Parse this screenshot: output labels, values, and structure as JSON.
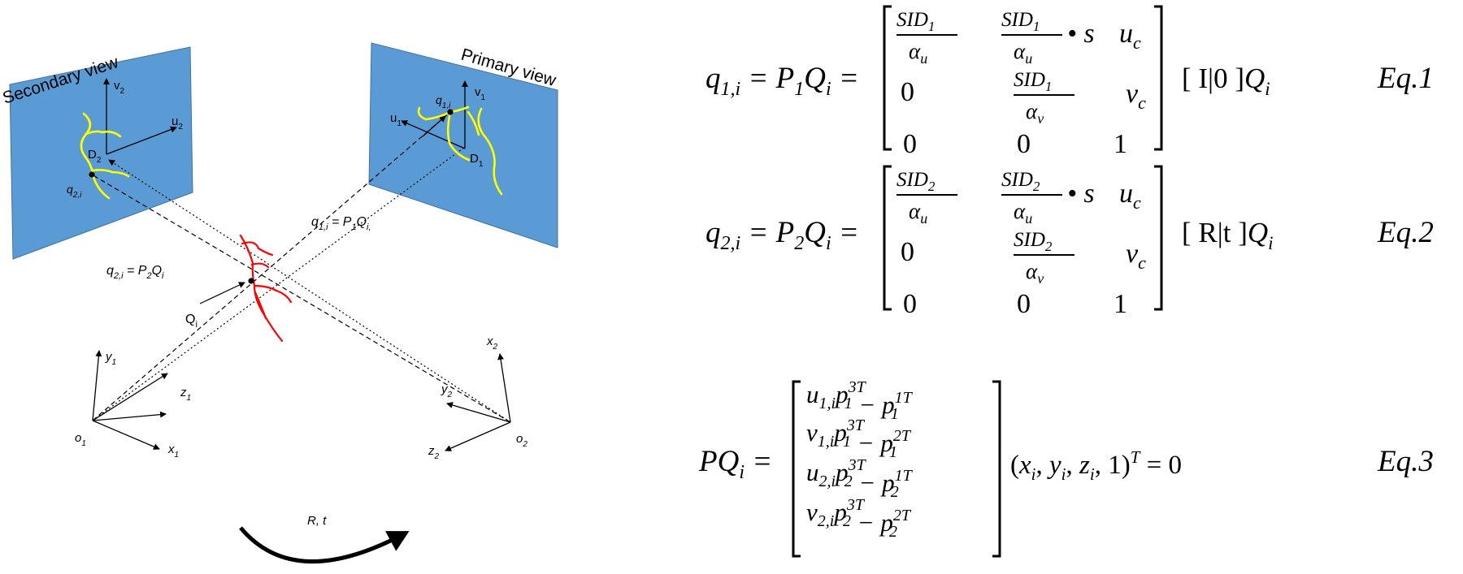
{
  "diagram": {
    "secondary_view_label": "Secondary view",
    "primary_view_label": "Primary view",
    "secondary_axes": {
      "v": "v",
      "v_sub": "2",
      "u": "u",
      "u_sub": "2",
      "d": "D",
      "d_sub": "2"
    },
    "primary_axes": {
      "v": "v",
      "v_sub": "1",
      "u": "u",
      "u_sub": "1",
      "d": "D",
      "d_sub": "1"
    },
    "q2i_point": {
      "base": "q",
      "sub": "2,i"
    },
    "q1i_point": {
      "base": "q",
      "sub": "1,i"
    },
    "ray_label_1": {
      "lhs": "q",
      "lhs_sub": "1,i",
      "eq": " = P",
      "p_sub": "1",
      "q": "Q",
      "q_sub": "i,"
    },
    "ray_label_2": {
      "lhs": "q",
      "lhs_sub": "2,i",
      "eq": " = P",
      "p_sub": "2",
      "q": "Q",
      "q_sub": "i"
    },
    "world_point": {
      "base": "Q",
      "sub": "i"
    },
    "frame_1": {
      "y": "y",
      "y_sub": "1",
      "z": "z",
      "z_sub": "1",
      "x": "x",
      "x_sub": "1",
      "o": "o",
      "o_sub": "1"
    },
    "frame_2": {
      "x": "x",
      "x_sub": "2",
      "y": "y",
      "y_sub": "2",
      "z": "z",
      "z_sub": "2",
      "o": "o",
      "o_sub": "2"
    },
    "transform_label": "R, t",
    "colors": {
      "plane_fill": "#5b9bd5",
      "plane_stroke": "#41719c",
      "vessel_projection": "#ffff00",
      "vessel_3d": "#ff0000"
    }
  },
  "equations": {
    "eq1": {
      "lhs": {
        "q": "q",
        "q_sub": "1,i",
        "eq1": " = ",
        "p": "P",
        "p_sub": "1",
        "q2": "Q",
        "q2_sub": "i",
        "eq2": " ="
      },
      "matrix": {
        "r1c1_num": {
          "base": "SID",
          "sub": "1"
        },
        "r1c1_den": {
          "base": "α",
          "sub": "u"
        },
        "r1c2_num": {
          "base": "SID",
          "sub": "1"
        },
        "r1c2_den": {
          "base": "α",
          "sub": "u"
        },
        "r1c2_tail": "• s",
        "r1c3": {
          "base": "u",
          "sub": "c"
        },
        "r2c1": "0",
        "r2c2_num": {
          "base": "SID",
          "sub": "1"
        },
        "r2c2_den": {
          "base": "α",
          "sub": "v"
        },
        "r2c3": {
          "base": "v",
          "sub": "c"
        },
        "r3c1": "0",
        "r3c2": "0",
        "r3c3": "1"
      },
      "tail": {
        "bracket": "[ I|0 ]",
        "q": "Q",
        "q_sub": "i"
      },
      "label": "Eq.1"
    },
    "eq2": {
      "lhs": {
        "q": "q",
        "q_sub": "2,i",
        "eq1": " = ",
        "p": "P",
        "p_sub": "2",
        "q2": "Q",
        "q2_sub": "i",
        "eq2": " ="
      },
      "matrix": {
        "r1c1_num": {
          "base": "SID",
          "sub": "2"
        },
        "r1c1_den": {
          "base": "α",
          "sub": "u"
        },
        "r1c2_num": {
          "base": "SID",
          "sub": "2"
        },
        "r1c2_den": {
          "base": "α",
          "sub": "u"
        },
        "r1c2_tail": "• s",
        "r1c3": {
          "base": "u",
          "sub": "c"
        },
        "r2c1": "0",
        "r2c2_num": {
          "base": "SID",
          "sub": "2"
        },
        "r2c2_den": {
          "base": "α",
          "sub": "v"
        },
        "r2c3": {
          "base": "v",
          "sub": "c"
        },
        "r3c1": "0",
        "r3c2": "0",
        "r3c3": "1"
      },
      "tail": {
        "bracket": "[ R|t ]",
        "q": "Q",
        "q_sub": "i"
      },
      "label": "Eq.2"
    },
    "eq3": {
      "lhs": {
        "p": "PQ",
        "q_sub": "i",
        "eq": " ="
      },
      "rows": [
        {
          "a": "u",
          "a_sub": "1,i",
          "b": "p",
          "b_sub": "1",
          "b_sup": "3T",
          "minus": " − ",
          "c": "p",
          "c_sub": "1",
          "c_sup": "1T"
        },
        {
          "a": "v",
          "a_sub": "1,i",
          "b": "p",
          "b_sub": "1",
          "b_sup": "3T",
          "minus": " − ",
          "c": "p",
          "c_sub": "1",
          "c_sup": "2T"
        },
        {
          "a": "u",
          "a_sub": "2,i",
          "b": "p",
          "b_sub": "2",
          "b_sup": "3T",
          "minus": " − ",
          "c": "p",
          "c_sub": "2",
          "c_sup": "1T"
        },
        {
          "a": "v",
          "a_sub": "2,i",
          "b": "p",
          "b_sub": "2",
          "b_sup": "3T",
          "minus": " − ",
          "c": "p",
          "c_sub": "2",
          "c_sup": "2T"
        }
      ],
      "tail": {
        "open": "(",
        "x": "x",
        "x_sub": "i",
        "y": "y",
        "y_sub": "i",
        "z": "z",
        "z_sub": "i",
        "rest": ", 1)",
        "sup": "T",
        "eq": " = 0"
      },
      "label": "Eq.3"
    }
  }
}
